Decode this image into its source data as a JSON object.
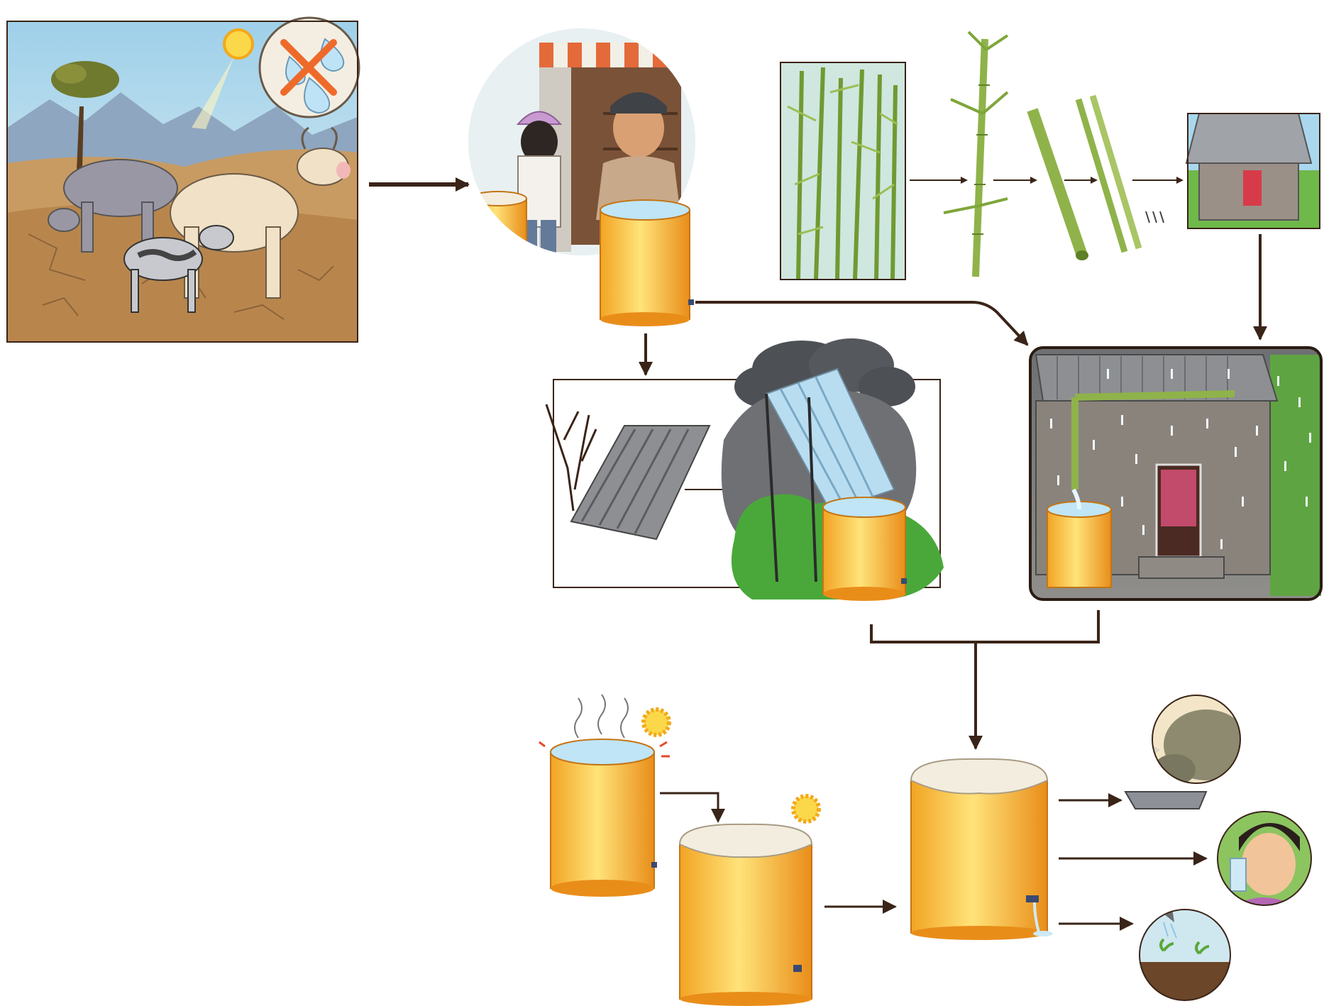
{
  "diagram": {
    "panels": [
      {
        "id": "drought",
        "icon": "no-water-icon"
      },
      {
        "id": "shop-buy-barrels"
      },
      {
        "id": "bamboo-gutter-making"
      },
      {
        "id": "simple-roof-collection"
      },
      {
        "id": "house-gutter-collection"
      },
      {
        "id": "sun-heat-uncovered-barrel",
        "icon": "sun-icon"
      },
      {
        "id": "covered-barrel",
        "icon": "sun-icon"
      },
      {
        "id": "storage-barrel"
      },
      {
        "id": "animal-drinking"
      },
      {
        "id": "child-drinking"
      },
      {
        "id": "watering-plants"
      }
    ],
    "colors": {
      "arrow": "#3a2418",
      "barrel": "#f5b92e",
      "barrel_dark": "#e08a1a",
      "sky": "#bfe0ef",
      "ground": "#c9a06a",
      "grass": "#4aa83a",
      "bamboo": "#8fb34a",
      "roof": "#8d8f93",
      "wall": "#8a837c",
      "rain": "#ffffff",
      "storm": "#4d5054"
    }
  }
}
